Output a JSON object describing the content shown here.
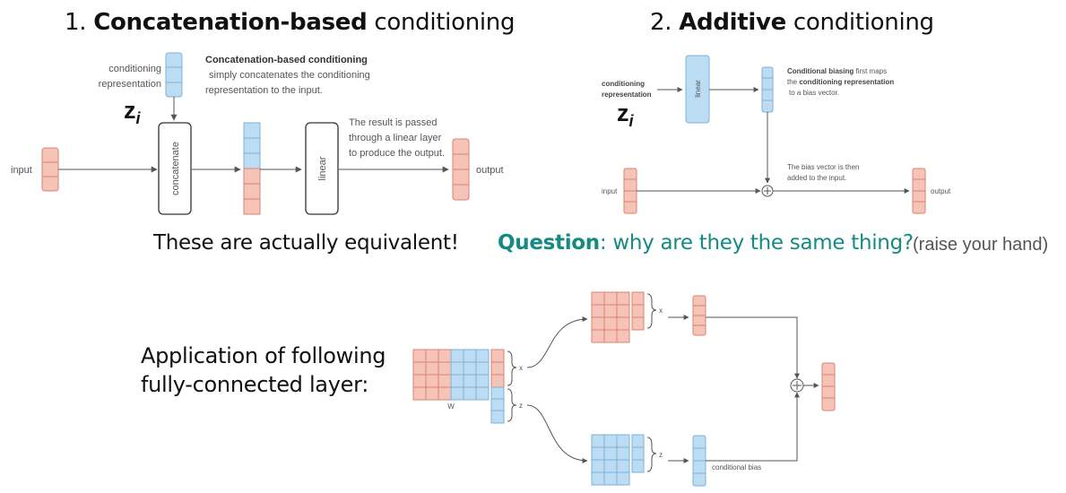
{
  "colors": {
    "red_fill": "#f6c3b8",
    "red_stroke": "#d9836f",
    "blue_fill": "#bcdcf3",
    "blue_stroke": "#7fb2d8",
    "line": "#555555",
    "question_teal": "#148a83"
  },
  "section1": {
    "number": "1.",
    "title_bold": "Concatenation-based",
    "title_rest": " conditioning",
    "cond_label_1": "conditioning",
    "cond_label_2": "representation",
    "desc_bold": "Concatenation-based conditioning",
    "desc_line_2": "simply concatenates the conditioning",
    "desc_line_3": "representation to the input.",
    "zi_label": "z",
    "zi_sub": "i",
    "input_label": "input",
    "concat_label": "concatenate",
    "linear_label": "linear",
    "result_line_1": "The result is passed",
    "result_line_2": "through a linear layer",
    "result_line_3": "to produce the output.",
    "output_label": "output"
  },
  "section2": {
    "number": "2.",
    "title_bold": "Additive",
    "title_rest": " conditioning",
    "cond_label_1": "conditioning",
    "cond_label_2": "representation",
    "zi_label": "z",
    "zi_sub": "i",
    "linear_label": "linear",
    "desc_bold_1": "Conditional biasing",
    "desc_rest_1": " first maps",
    "desc_line_2_pre": "the ",
    "desc_line_2_bold": "conditioning representation",
    "desc_line_3": "to a bias vector.",
    "bias_line_1": "The bias vector is then",
    "bias_line_2": "added to the input.",
    "input_label": "input",
    "output_label": "output"
  },
  "equivalent_text": "These are actually equivalent!",
  "question": {
    "bold": "Question",
    "rest": ": why are they the same thing?",
    "aside": "(raise your hand)"
  },
  "application": {
    "line_1": "Application of following",
    "line_2": "fully-connected layer:"
  },
  "fc_diagram": {
    "w_label": "W",
    "x_label": "x",
    "z_label": "z",
    "bias_label": "conditional bias"
  }
}
